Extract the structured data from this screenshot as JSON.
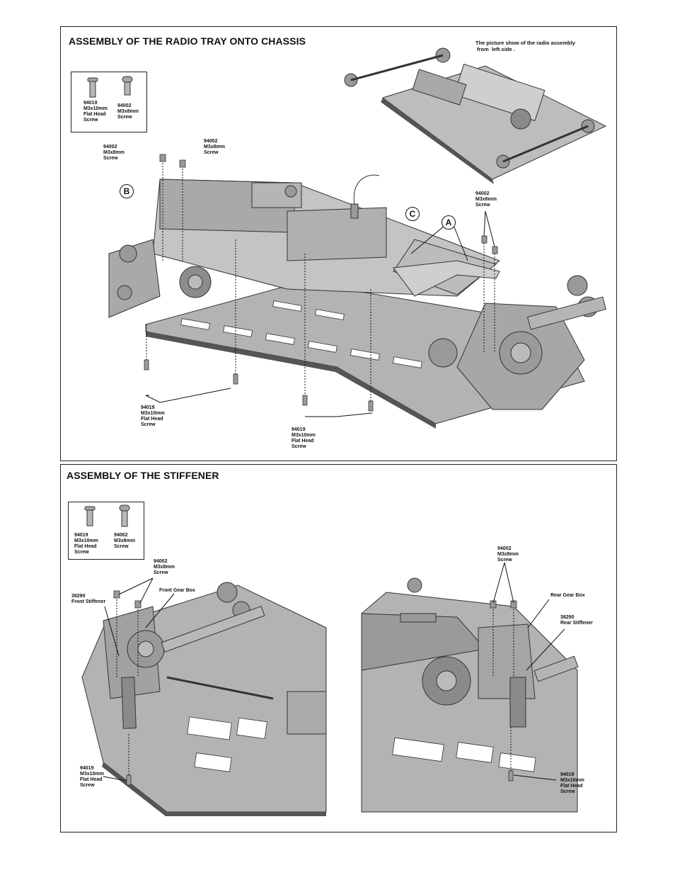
{
  "sections": {
    "radio_tray": {
      "title": "ASSEMBLY OF THE RADIO TRAY ONTO CHASSIS",
      "note": "The picture show of the radio assembly\n from  left-side .",
      "legend": {
        "screw1": "94019\nM3x10mm\nFlat Head\nScrew",
        "screw2": "94002\nM3x8mm\nScrew"
      },
      "callouts": {
        "a": "A",
        "b": "B",
        "c": "C"
      },
      "labels": {
        "screw_left": "94002\nM3x8mm\nScrew",
        "screw_top": "94002\nM3x8mm\nScrew",
        "screw_right": "94002\nM3x8mm\nScrew",
        "flat_left": "94019\nM3x10mm\nFlat Head\nScrew",
        "flat_mid": "94019\nM3x10mm\nFlat Head\nScrew"
      }
    },
    "stiffener": {
      "title": "ASSEMBLY OF THE STIFFENER",
      "legend": {
        "screw1": "94019\nM3x10mm\nFlat Head\nScrew",
        "screw2": "94002\nM3x8mm\nScrew"
      },
      "labels": {
        "front_screw": "94002\nM3x8mm\nScrew",
        "front_stiffener": "38290\nFront Stiffener",
        "front_gear_box": "Front Gear Box",
        "front_flat": "94019\nM3x10mm\nFlat Head\nScrew",
        "rear_screw": "94002\nM3x8mm\nScrew",
        "rear_gear_box": "Rear Gear Box",
        "rear_stiffener": "38290\nRear Stiffener",
        "rear_flat": "94019\nM3x10mm\nFlat Head\nScrew"
      }
    }
  },
  "colors": {
    "part_fill": "#b9b9b9",
    "part_dark": "#6e6e6e",
    "line": "#111111"
  }
}
